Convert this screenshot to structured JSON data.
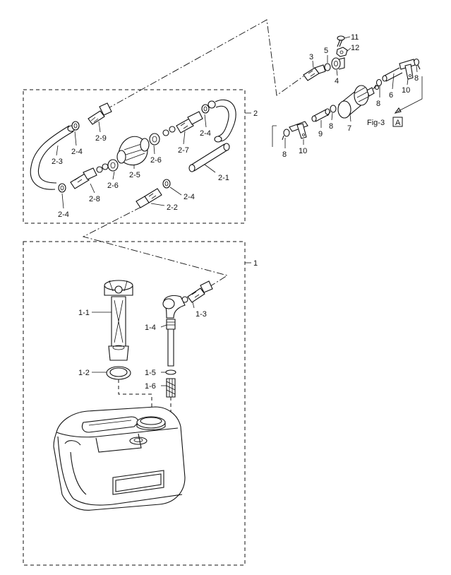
{
  "figure": {
    "caption_text": "Fig-3",
    "caption_letter": "A"
  },
  "groups": {
    "assembly_1": "1",
    "assembly_2": "2"
  },
  "labels": {
    "p1_1": "1-1",
    "p1_2": "1-2",
    "p1_3": "1-3",
    "p1_4": "1-4",
    "p1_5": "1-5",
    "p1_6": "1-6",
    "p2_1": "2-1",
    "p2_2": "2-2",
    "p2_3": "2-3",
    "p2_4a": "2-4",
    "p2_4b": "2-4",
    "p2_4c": "2-4",
    "p2_4d": "2-4",
    "p2_5": "2-5",
    "p2_6a": "2-6",
    "p2_6b": "2-6",
    "p2_7": "2-7",
    "p2_8": "2-8",
    "p2_9": "2-9",
    "p3": "3",
    "p4": "4",
    "p5": "5",
    "p6": "6",
    "p7": "7",
    "p8a": "8",
    "p8b": "8",
    "p8c": "8",
    "p8d": "8",
    "p9": "9",
    "p10a": "10",
    "p10b": "10",
    "p11": "11",
    "p12": "12"
  }
}
